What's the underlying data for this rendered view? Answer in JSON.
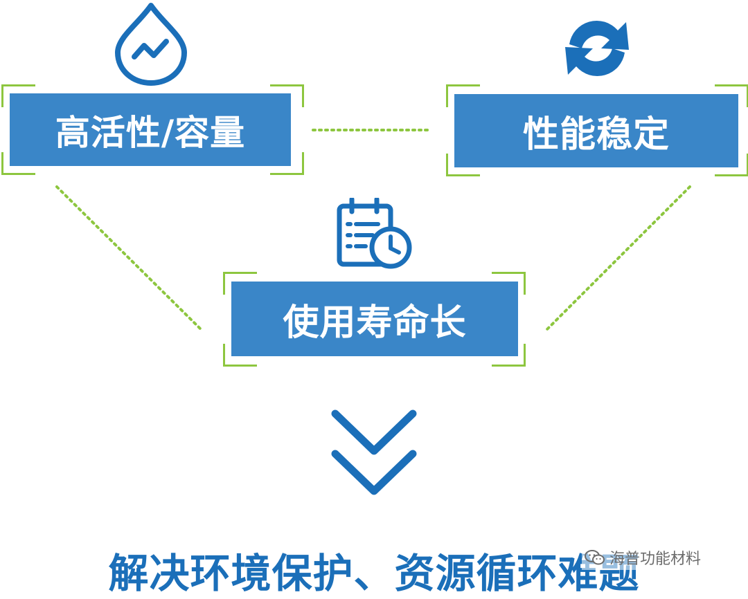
{
  "boxes": {
    "activity": "高活性/容量",
    "stability": "性能稳定",
    "lifetime": "使用寿命长"
  },
  "conclusion": "解决环境保护、资源循环难题",
  "watermark": "海普功能材料",
  "icons": {
    "drop": "water-drop-wave-icon",
    "cycle": "refresh-cycle-icon",
    "calendar": "calendar-clock-icon",
    "arrow": "double-chevron-down-icon",
    "wechat": "wechat-icon"
  },
  "colors": {
    "box_fill": "#3a86c8",
    "icon_blue": "#1b6fb9",
    "frame_green": "#8dc63f",
    "text_white": "#ffffff"
  }
}
